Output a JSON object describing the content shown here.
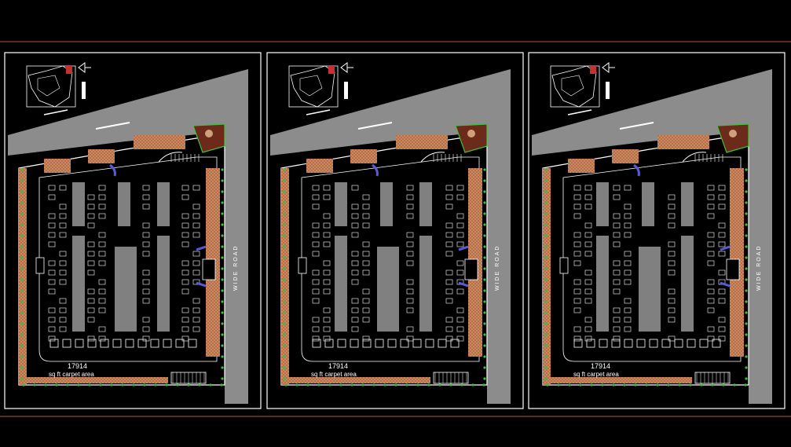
{
  "drawing": {
    "sheets": [
      {
        "id": "sheet-1",
        "area_value": "17914",
        "area_unit": "sq ft carpet area",
        "road_label": "WIDE ROAD"
      },
      {
        "id": "sheet-2",
        "area_value": "17914",
        "area_unit": "sq ft carpet area",
        "road_label": "WIDE ROAD"
      },
      {
        "id": "sheet-3",
        "area_value": "17914",
        "area_unit": "sq ft carpet area",
        "road_label": "WIDE ROAD"
      }
    ],
    "colors": {
      "background": "#000000",
      "sheet_border": "#ffffff",
      "frame_line": "#b05a3a",
      "road": "#8c8c8c",
      "building_outline": "#ffffff",
      "hatch": "#e7a77b",
      "planter": "#3fbf3f",
      "core": "#808080",
      "stair": "#5a5ad8",
      "landscape": "#6b2a1a"
    },
    "icons": [
      "north-arrow-icon",
      "key-plan-icon",
      "stair-icon",
      "car-icon"
    ]
  }
}
